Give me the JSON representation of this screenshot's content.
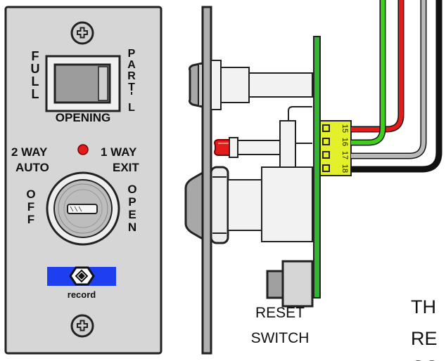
{
  "panel": {
    "rocker_left_letters": [
      "F",
      "U",
      "L",
      "L"
    ],
    "rocker_right_letters": [
      "P",
      "A",
      "R",
      "T",
      "'",
      "L"
    ],
    "rocker_caption": "OPENING",
    "label_2way": "2 WAY",
    "label_auto": "AUTO",
    "label_1way": "1 WAY",
    "label_exit": "EXIT",
    "key_left_letters": [
      "O",
      "F",
      "F"
    ],
    "key_right_letters": [
      "O",
      "P",
      "E",
      "N"
    ],
    "logo_text": "record",
    "led_color": "#e31b1b"
  },
  "connector": {
    "pins": [
      "15",
      "16",
      "17",
      "18"
    ]
  },
  "reset": {
    "line1": "RESET",
    "line2": "SWITCH"
  },
  "cropped_text": {
    "line1": "TH",
    "line2": "RE",
    "line3": "CO"
  },
  "wire_colors": {
    "green": "#3ecf1a",
    "red": "#e31b1b",
    "grey": "#b9b9b9",
    "black": "#111111"
  }
}
